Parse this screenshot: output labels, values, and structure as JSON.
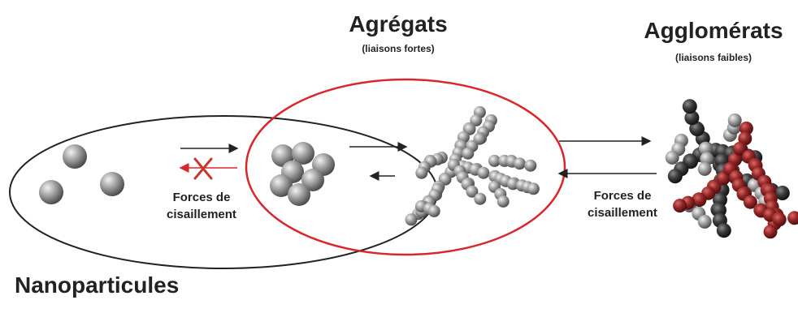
{
  "titles": {
    "aggregates": "Agrégats",
    "aggregates_sub": "(liaisons fortes)",
    "agglomerates": "Agglomérats",
    "agglomerates_sub": "(liaisons faibles)",
    "nanoparticles": "Nanoparticules"
  },
  "labels": {
    "shear_left_1": "Forces de",
    "shear_left_2": "cisaillement",
    "shear_right_1": "Forces de",
    "shear_right_2": "cisaillement"
  },
  "colors": {
    "ellipse_black": "#222222",
    "ellipse_red": "#d9262b",
    "blocked_arrow": "#d9262b",
    "particle_grey": "#8c8c8c",
    "particle_dark": "#2e2e2e",
    "particle_red": "#8e2323"
  },
  "icons": {
    "blocked_transition": "red-cross-icon"
  }
}
